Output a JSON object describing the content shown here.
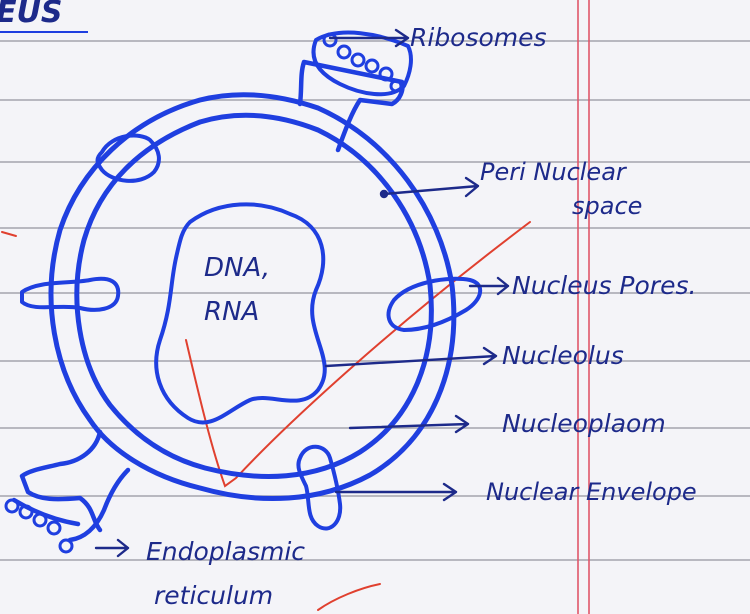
{
  "heading_fragment": "EUS",
  "inner_text": {
    "line1": "DNA,",
    "line2": "RNA"
  },
  "labels": {
    "ribosomes": "Ribosomes",
    "perinuclear_line1": "Peri Nuclear",
    "perinuclear_line2": "space",
    "nucleus_pores": "Nucleus Pores.",
    "nucleolus": "Nucleolus",
    "nucleoplasm": "Nucleoplaom",
    "nuclear_envelope": "Nuclear Envelope",
    "er_line1": "Endoplasmic",
    "er_line2": "reticulum"
  },
  "colors": {
    "paper": "#f4f4f8",
    "rule_line": "#8a8a96",
    "margin_line": "#e0566a",
    "ink": "#1f3fe0",
    "label_ink": "#1d2a8a",
    "red_mark": "#e0402f"
  }
}
